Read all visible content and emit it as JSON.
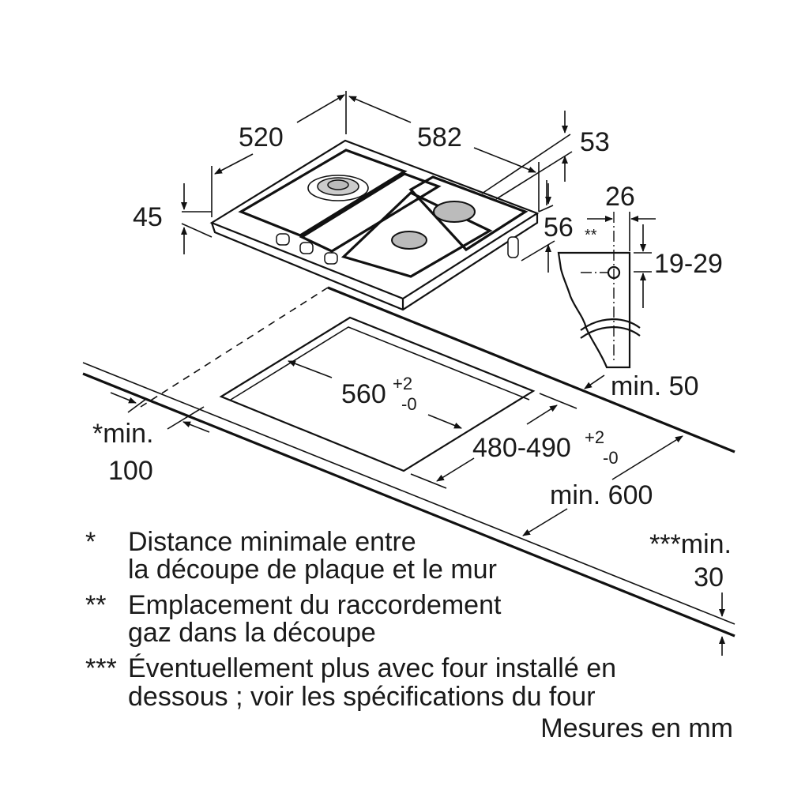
{
  "dimensions": {
    "depth": "520",
    "width": "582",
    "rear_height": "53",
    "hob_height": "45",
    "side_height": "56",
    "gas_marker": "**",
    "gas_offset": "26",
    "gas_height": "19-29",
    "cutout_width": "560",
    "cutout_width_tol_plus": "+2",
    "cutout_width_tol_minus": "-0",
    "cutout_depth": "480-490",
    "cutout_depth_tol_plus": "+2",
    "cutout_depth_tol_minus": "-0",
    "rear_min": "min. 50",
    "wall_min_line1": "*min.",
    "wall_min_line2": "100",
    "counter_min": "min. 600",
    "below_min_line1": "***min.",
    "below_min_line2": "30"
  },
  "notes": [
    {
      "marker": "*",
      "lines": [
        "Distance minimale entre",
        "la découpe de plaque et le mur"
      ]
    },
    {
      "marker": "**",
      "lines": [
        "Emplacement du raccordement",
        "gaz dans la découpe"
      ]
    },
    {
      "marker": "***",
      "lines": [
        "Éventuellement plus avec four installé en",
        "dessous ; voir les spécifications du four"
      ]
    }
  ],
  "units_note": "Mesures en mm"
}
